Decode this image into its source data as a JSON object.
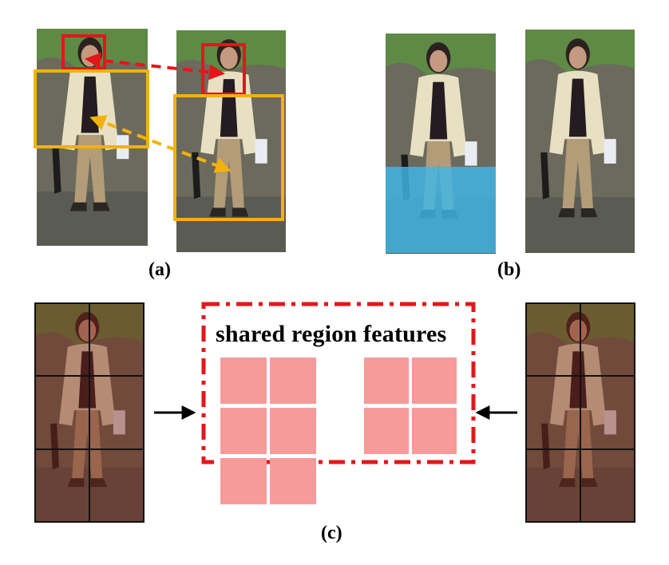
{
  "panels": {
    "a": {
      "label": "(a)"
    },
    "b": {
      "label": "(b)"
    },
    "c": {
      "label": "(c)"
    }
  },
  "shared": {
    "title": "shared region features"
  },
  "icons": {
    "person": "person-photo-icon",
    "arrow": "arrow-right-icon"
  },
  "colors": {
    "head_box": "#e4161a",
    "body_box": "#f3b10d",
    "occlusion": "#3fb7e6",
    "region_tile": "#f79a9a",
    "grid_tint": "#7a2416",
    "dashed_frame": "#e4161a"
  }
}
